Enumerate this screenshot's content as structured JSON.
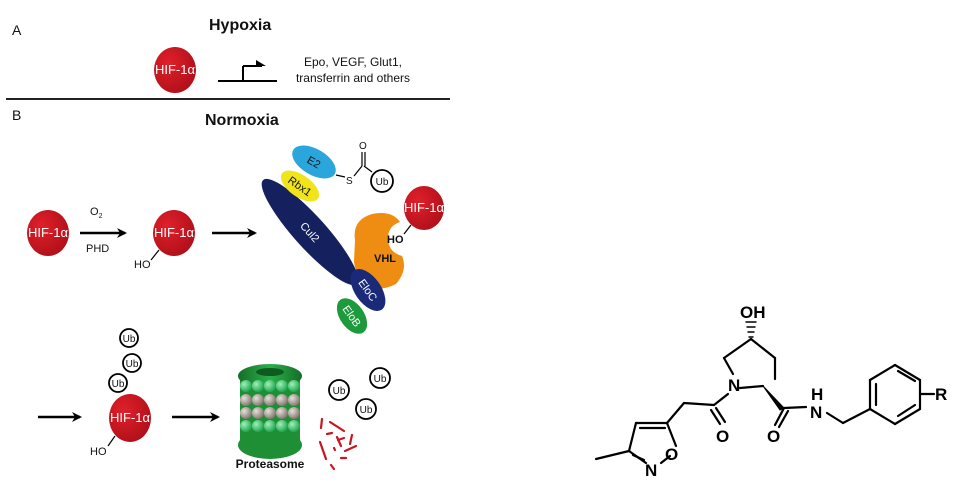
{
  "panel_a": {
    "label": "A",
    "title": "Hypoxia",
    "hif_label": "HIF-1α",
    "genes_line1": "Epo, VEGF, Glut1,",
    "genes_line2": "transferrin and others"
  },
  "panel_b": {
    "label": "B",
    "title": "Normoxia",
    "hif_label": "HIF-1α",
    "arrow_top_label": "O",
    "arrow_top_subscript": "2",
    "arrow_bottom_label": "PHD",
    "hydroxyl_label": "HO",
    "complex": {
      "e2": "E2",
      "rbx1": "Rbx1",
      "cul2": "Cul2",
      "vhl": "VHL",
      "eloc": "EloC",
      "elob": "EloB",
      "thioester_s": "S",
      "thioester_o": "O",
      "ub": "Ub"
    },
    "ub_label": "Ub",
    "proteasome_label": "Proteasome"
  },
  "colors": {
    "hif_red": "#c8151f",
    "e2_blue": "#2aa6dc",
    "rbx1_yellow": "#f1e51a",
    "cul2_navy": "#14215e",
    "vhl_orange": "#ef8d12",
    "eloc_navy": "#1a2a78",
    "elob_green": "#1c9a3c",
    "proteasome_green": "#1f8f35",
    "proteasome_gray": "#8a8178",
    "fragment_red": "#c8151f"
  },
  "structure": {
    "oh": "OH",
    "n_ring": "N",
    "nh_h": "H",
    "nh_n": "N",
    "o_amide1": "O",
    "o_amide2": "O",
    "isox_n": "N",
    "isox_o": "O",
    "r_group": "R"
  }
}
